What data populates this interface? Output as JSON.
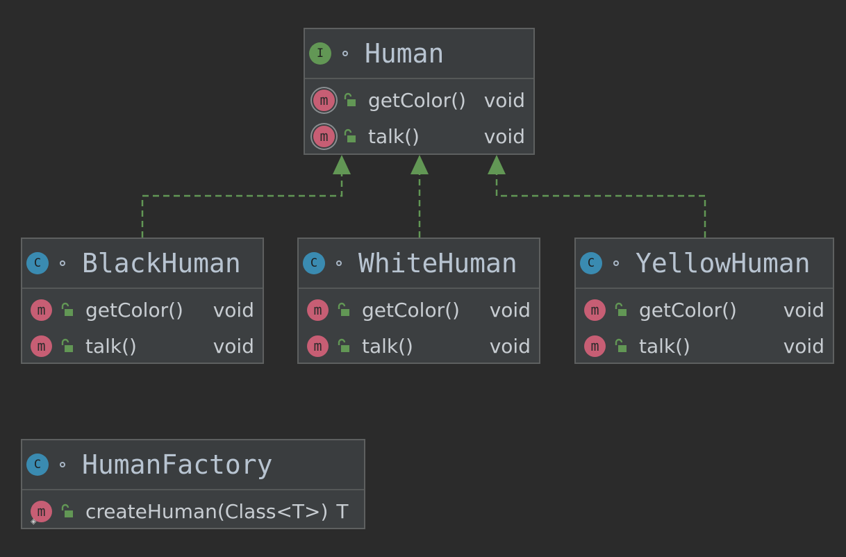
{
  "diagram": {
    "colors": {
      "background": "#2b2b2b",
      "box": "#3c3f41",
      "interface_badge": "#629755",
      "class_badge": "#3a8bb1",
      "method_badge": "#c75e74",
      "connector": "#629755",
      "text": "#c8cdd2"
    },
    "nodes": {
      "human": {
        "kind_badge": "I",
        "kind": "interface",
        "name": "Human",
        "methods": [
          {
            "badge": "m",
            "name": "getColor()",
            "type": "void",
            "visibility_icon": "lock-open-icon"
          },
          {
            "badge": "m",
            "name": "talk()",
            "type": "void",
            "visibility_icon": "lock-open-icon"
          }
        ]
      },
      "black_human": {
        "kind_badge": "C",
        "kind": "class",
        "name": "BlackHuman",
        "methods": [
          {
            "badge": "m",
            "name": "getColor()",
            "type": "void",
            "visibility_icon": "lock-open-icon"
          },
          {
            "badge": "m",
            "name": "talk()",
            "type": "void",
            "visibility_icon": "lock-open-icon"
          }
        ]
      },
      "white_human": {
        "kind_badge": "C",
        "kind": "class",
        "name": "WhiteHuman",
        "methods": [
          {
            "badge": "m",
            "name": "getColor()",
            "type": "void",
            "visibility_icon": "lock-open-icon"
          },
          {
            "badge": "m",
            "name": "talk()",
            "type": "void",
            "visibility_icon": "lock-open-icon"
          }
        ]
      },
      "yellow_human": {
        "kind_badge": "C",
        "kind": "class",
        "name": "YellowHuman",
        "methods": [
          {
            "badge": "m",
            "name": "getColor()",
            "type": "void",
            "visibility_icon": "lock-open-icon"
          },
          {
            "badge": "m",
            "name": "talk()",
            "type": "void",
            "visibility_icon": "lock-open-icon"
          }
        ]
      },
      "human_factory": {
        "kind_badge": "C",
        "kind": "class",
        "name": "HumanFactory",
        "methods": [
          {
            "badge": "m",
            "name": "createHuman(Class<T>)",
            "type": "T",
            "visibility_icon": "lock-open-icon",
            "static": true
          }
        ]
      }
    },
    "edges": [
      {
        "from": "black_human",
        "to": "human",
        "relation": "implements"
      },
      {
        "from": "white_human",
        "to": "human",
        "relation": "implements"
      },
      {
        "from": "yellow_human",
        "to": "human",
        "relation": "implements"
      }
    ]
  }
}
